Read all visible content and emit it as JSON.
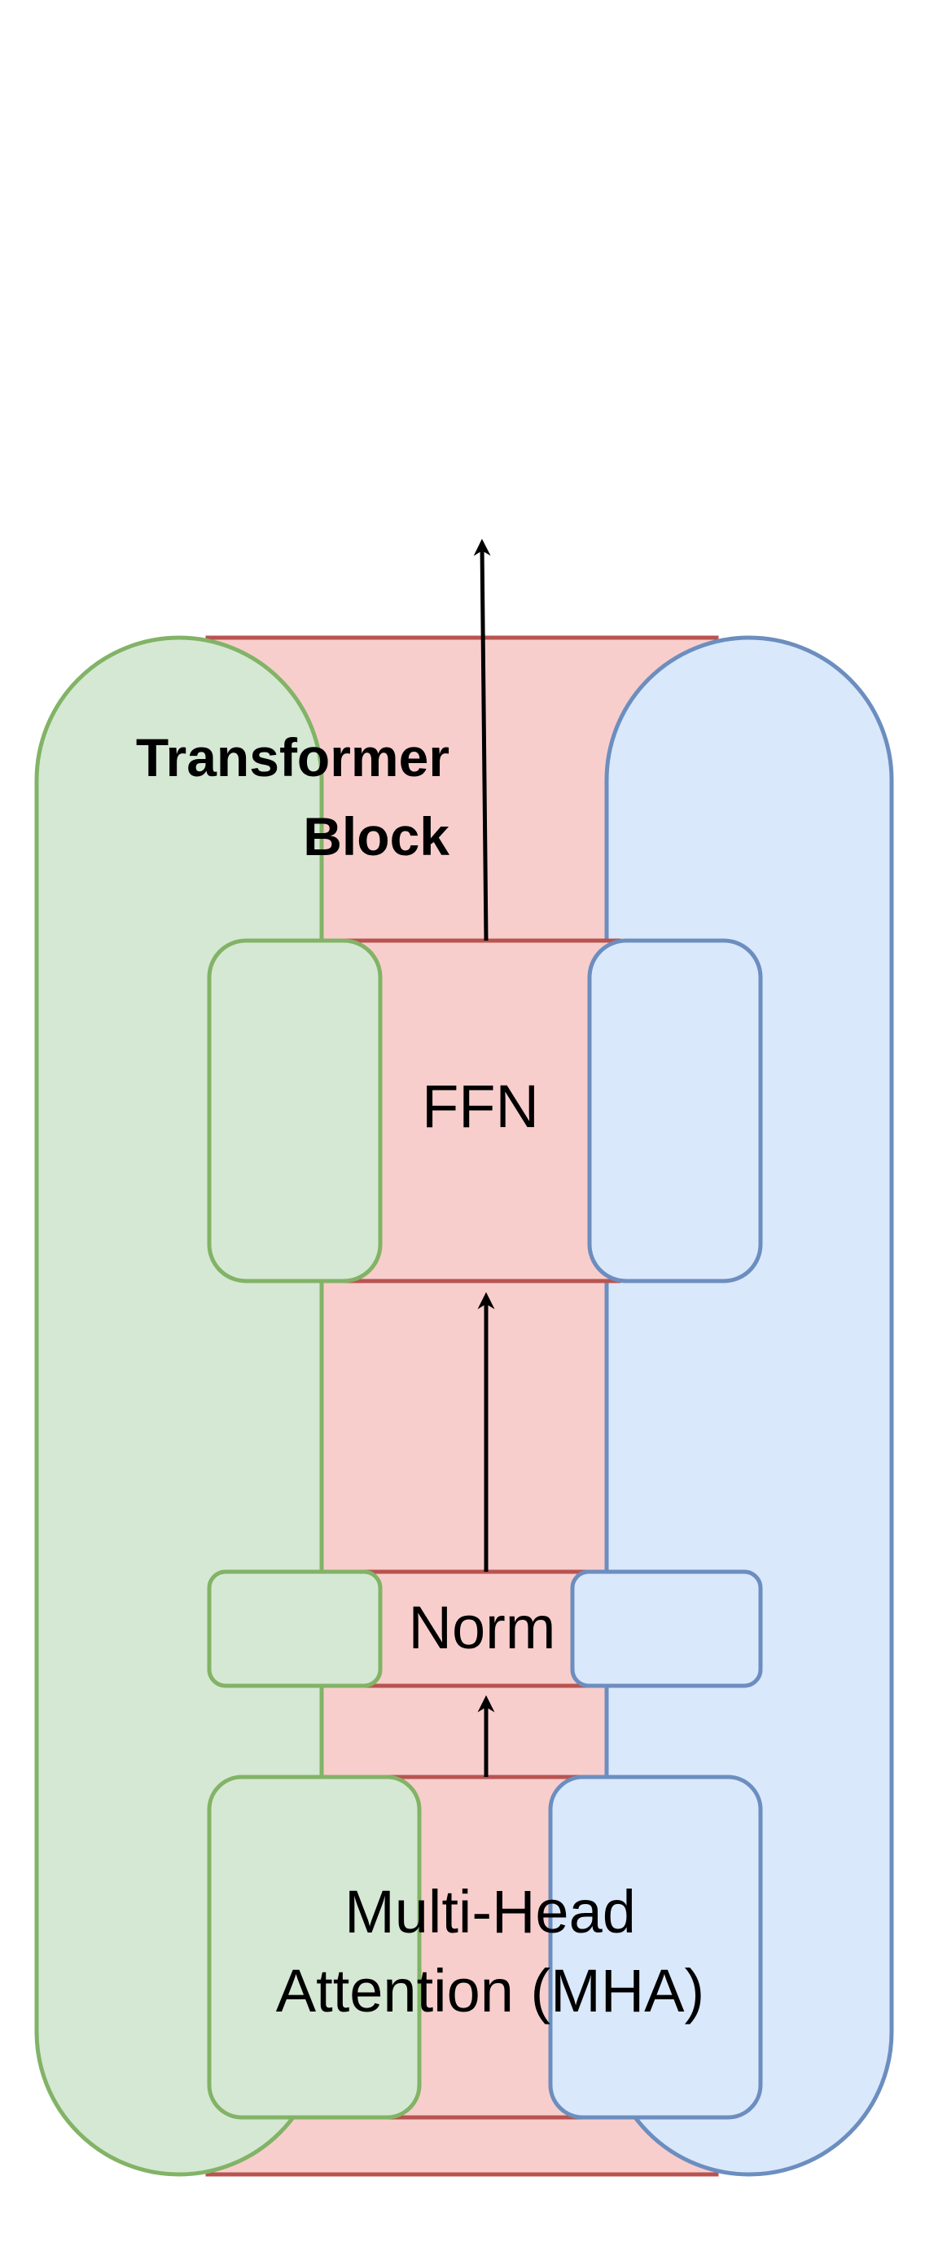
{
  "diagram": {
    "title_line1": "Transformer",
    "title_line2": "Block",
    "ffn_label": "FFN",
    "norm_label": "Norm",
    "mha_line1": "Multi-Head",
    "mha_line2": "Attention (MHA)"
  },
  "colors": {
    "red_fill": "#f8cecc",
    "red_stroke": "#b85450",
    "green_fill": "#d5e8d4",
    "green_stroke": "#82b366",
    "blue_fill": "#dae8fc",
    "blue_stroke": "#6c8ebf",
    "arrow": "#000000"
  }
}
